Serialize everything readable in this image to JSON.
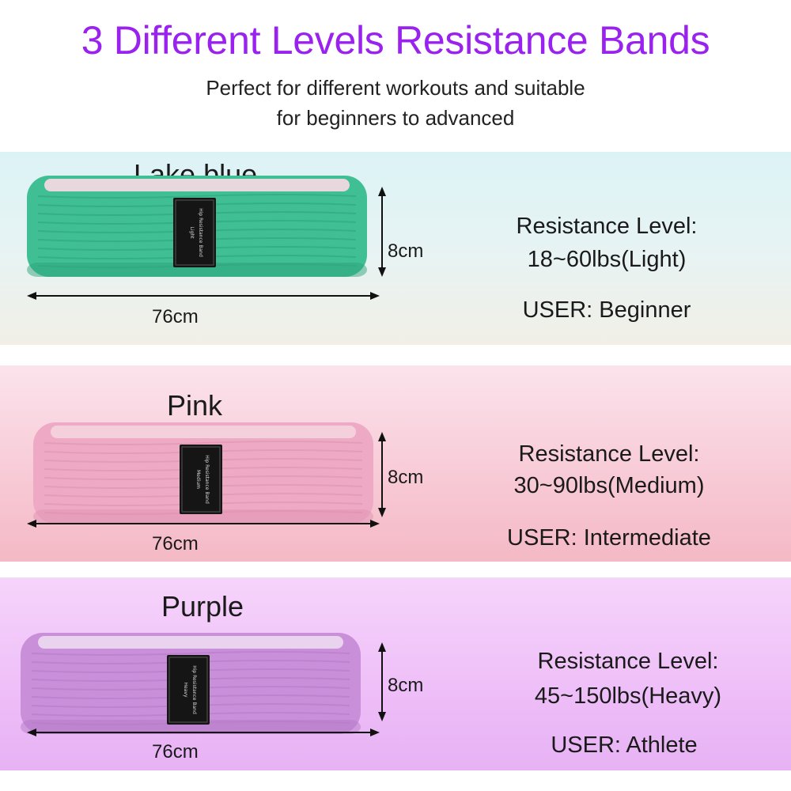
{
  "header": {
    "title": "3 Different Levels Resistance Bands",
    "subtitle_line1": "Perfect for different workouts and suitable",
    "subtitle_line2": "for beginners to advanced"
  },
  "bands": [
    {
      "name": "Lake blue",
      "height_label": "8cm",
      "width_label": "76cm",
      "resistance_heading": "Resistance Level:",
      "resistance_value": "18~60lbs(Light)",
      "user": "USER: Beginner",
      "tag_line1": "Light",
      "tag_line2": "Hip Resistance Band",
      "colors": {
        "band": "#3fbf93",
        "band_dark": "#2ea47c",
        "inner": "#e6d8dc",
        "tag": "#151515"
      }
    },
    {
      "name": "Pink",
      "height_label": "8cm",
      "width_label": "76cm",
      "resistance_heading": "Resistance Level:",
      "resistance_value": "30~90lbs(Medium)",
      "user": "USER: Intermediate",
      "tag_line1": "Medium",
      "tag_line2": "Hip Resistance Band",
      "colors": {
        "band": "#eeaac4",
        "band_dark": "#dd92af",
        "inner": "#f3d0dc",
        "tag": "#151515"
      }
    },
    {
      "name": "Purple",
      "height_label": "8cm",
      "width_label": "76cm",
      "resistance_heading": "Resistance Level:",
      "resistance_value": "45~150lbs(Heavy)",
      "user": "USER: Athlete",
      "tag_line1": "Heavy",
      "tag_line2": "Hip Resistance Band",
      "colors": {
        "band": "#c98fd8",
        "band_dark": "#b57ac6",
        "inner": "#ead3ee",
        "tag": "#151515"
      }
    }
  ]
}
